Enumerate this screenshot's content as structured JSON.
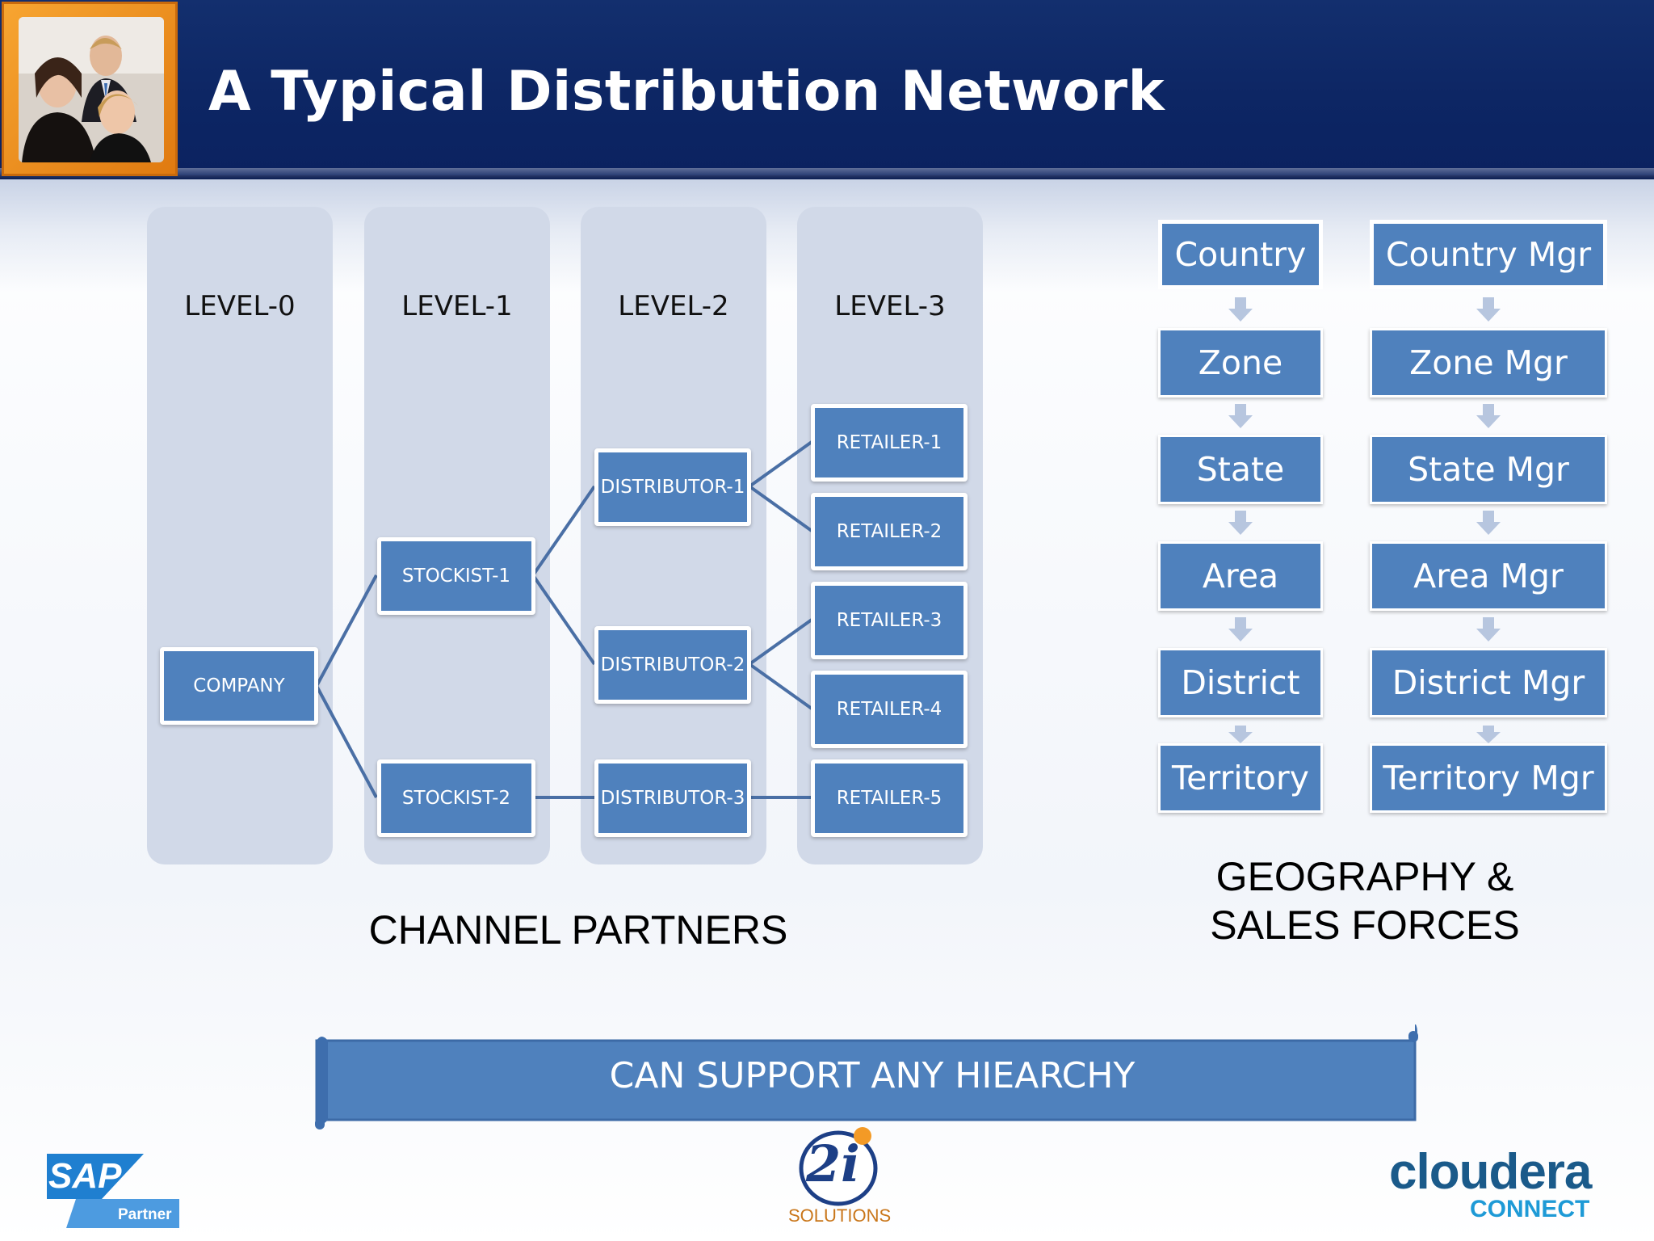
{
  "header": {
    "title": "A Typical Distribution Network"
  },
  "channel": {
    "levels": [
      "LEVEL-0",
      "LEVEL-1",
      "LEVEL-2",
      "LEVEL-3"
    ],
    "nodes": {
      "company": "COMPANY",
      "stockist1": "STOCKIST-1",
      "stockist2": "STOCKIST-2",
      "distributor1": "DISTRIBUTOR-1",
      "distributor2": "DISTRIBUTOR-2",
      "distributor3": "DISTRIBUTOR-3",
      "retailer1": "RETAILER-1",
      "retailer2": "RETAILER-2",
      "retailer3": "RETAILER-3",
      "retailer4": "RETAILER-4",
      "retailer5": "RETAILER-5"
    },
    "caption": "CHANNEL PARTNERS"
  },
  "geography": {
    "geo": [
      "Country",
      "Zone",
      "State",
      "Area",
      "District",
      "Territory"
    ],
    "mgr": [
      "Country Mgr",
      "Zone Mgr",
      "State Mgr",
      "Area Mgr",
      "District Mgr",
      "Territory Mgr"
    ],
    "caption_line1": "GEOGRAPHY &",
    "caption_line2": "SALES FORCES"
  },
  "banner": {
    "text": "CAN SUPPORT ANY HIEARCHY"
  },
  "logos": {
    "sap": "SAP",
    "sap_sub": "Partner",
    "twoi": "2i",
    "twoi_sub": "SOLUTIONS",
    "cloudera": "cloudera",
    "cloudera_sub": "CONNECT"
  },
  "colors": {
    "header": "#0d2664",
    "node": "#4f81bd",
    "panel": "#d1d9e8",
    "accent": "#f39a26"
  }
}
